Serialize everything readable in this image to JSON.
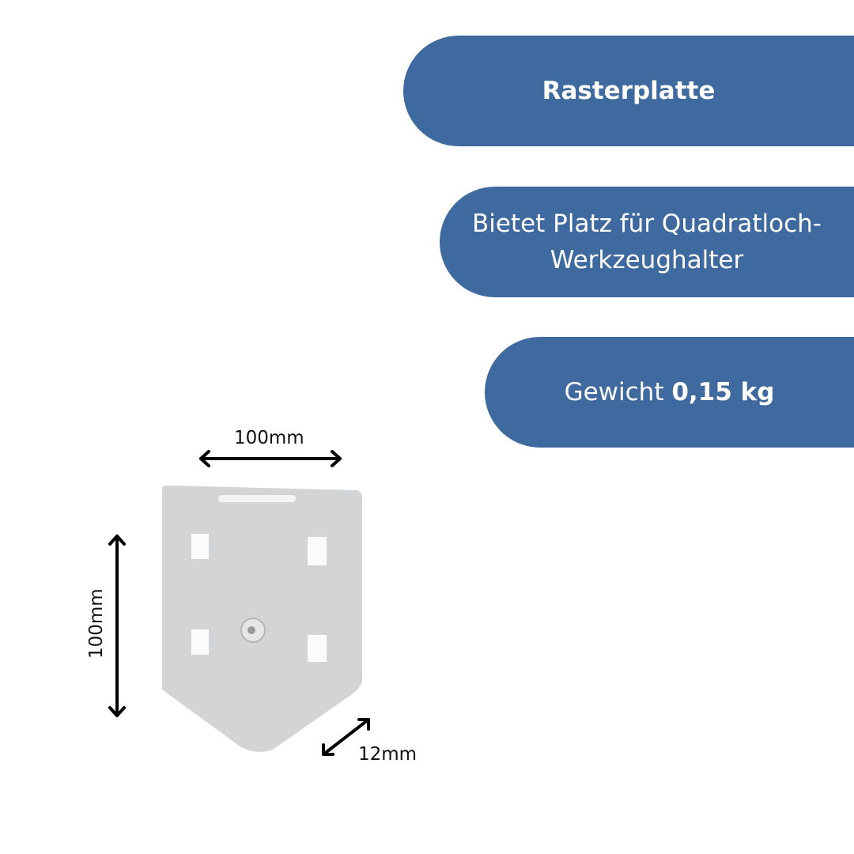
{
  "product_title": "Rasterplatte",
  "feature": "Bietet Platz für Quadratloch-Werkzeughalter",
  "feature_line1": "Bietet Platz für Quadratloch-",
  "feature_line2": "Werkzeughalter",
  "weight_label": "Gewicht",
  "weight_value": "0,15 kg",
  "dimensions": {
    "width": "100mm",
    "height": "100mm",
    "depth": "12mm"
  },
  "colors": {
    "pill": "#3f6a9f",
    "plate": "#d3d4d6"
  }
}
